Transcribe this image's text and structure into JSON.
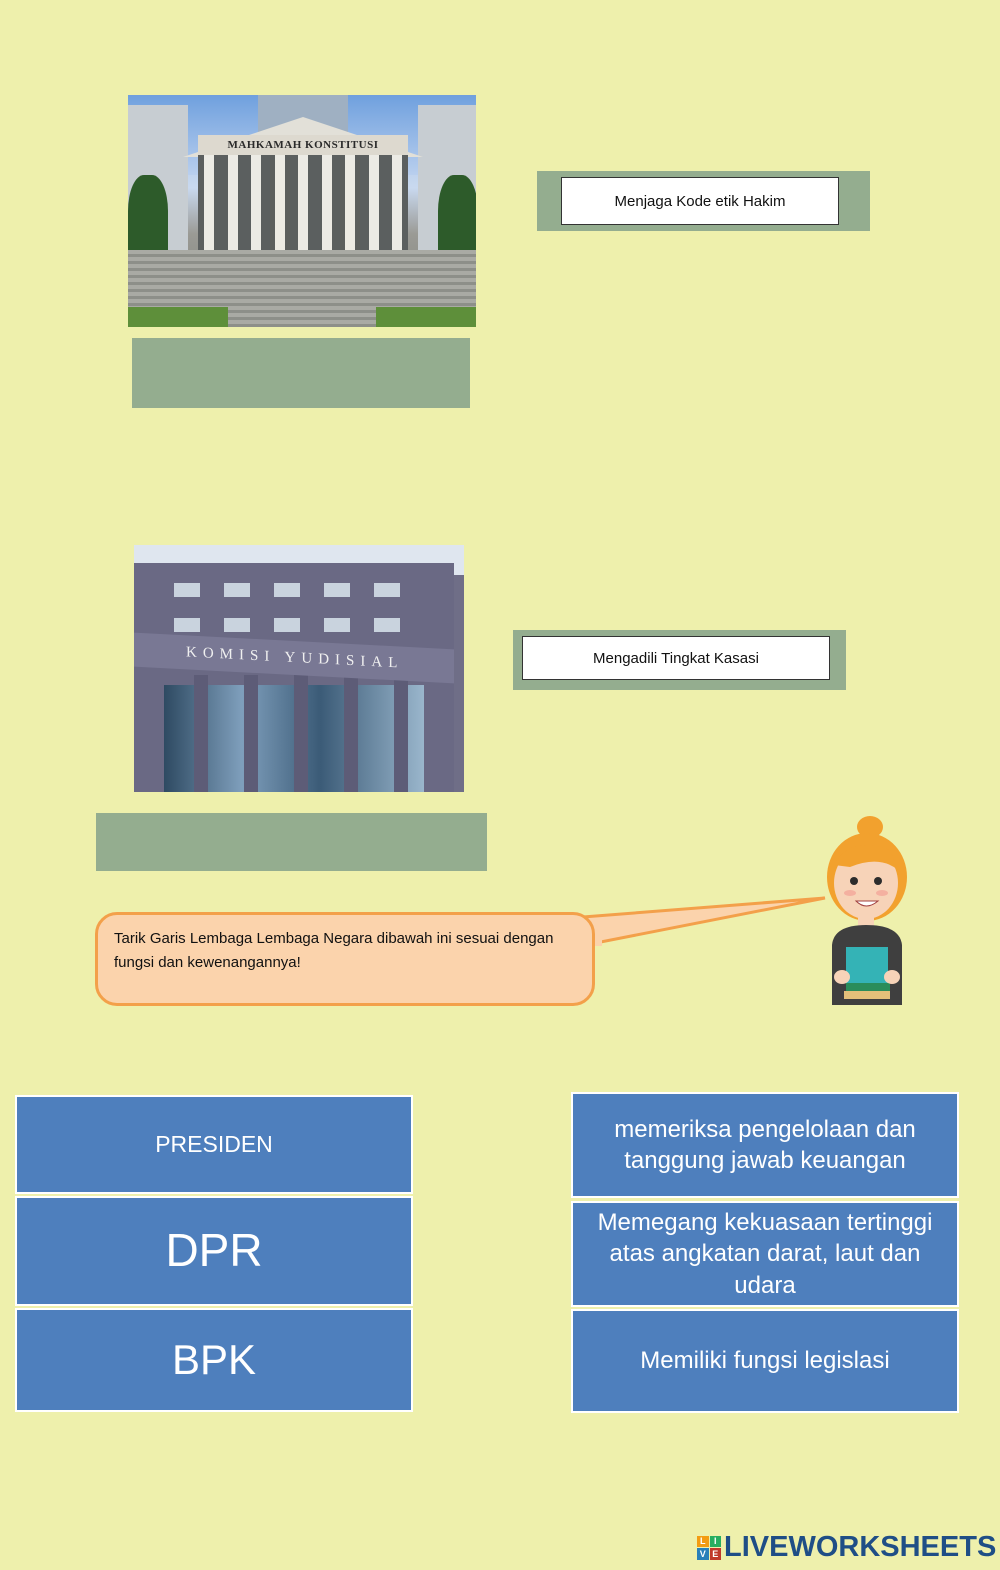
{
  "top_section": {
    "building_1_sign": "MAHKAMAH KONSTITUSI",
    "function_label_1": "Menjaga Kode etik Hakim",
    "building_2_sign": "KOMISI YUDISIAL",
    "function_label_2": "Mengadili Tingkat Kasasi"
  },
  "instruction": {
    "text": "Tarik Garis Lembaga Lembaga Negara dibawah ini sesuai dengan fungsi dan kewenangannya!"
  },
  "matching": {
    "institutions": [
      "PRESIDEN",
      "DPR",
      "BPK"
    ],
    "functions": [
      "memeriksa pengelolaan dan tanggung jawab keuangan",
      "Memegang kekuasaan tertinggi atas angkatan darat, laut dan udara",
      "Memiliki fungsi legislasi"
    ]
  },
  "footer": {
    "logo_letters": [
      "L",
      "I",
      "V",
      "E"
    ],
    "brand": "LIVEWORKSHEETS"
  },
  "colors": {
    "background": "#eef0ac",
    "answer_box": "#94ad8f",
    "tile": "#4e7fbd",
    "bubble_fill": "#fbd3ac",
    "bubble_border": "#f3a04a",
    "brand": "#1f4e86"
  }
}
